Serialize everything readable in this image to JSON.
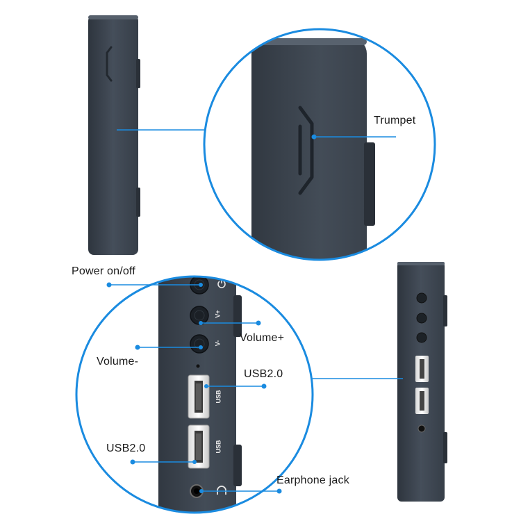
{
  "callouts": {
    "trumpet": "Trumpet",
    "power": "Power on/off",
    "volume_plus": "Volume+",
    "volume_minus": "Volume-",
    "usb_top": "USB2.0",
    "usb_bottom": "USB2.0",
    "earphone": "Earphone jack"
  },
  "port_markings": {
    "power_symbol": "⏻",
    "v_plus": "V+",
    "v_minus": "V-",
    "usb_1": "USB",
    "usb_2": "USB",
    "headphone_symbol": "🎧"
  },
  "colors": {
    "accent": "#1a8be0",
    "device": "#3b4450",
    "text": "#1a1a1a"
  },
  "icons": {
    "power": "power-icon",
    "headphone": "headphone-icon"
  }
}
